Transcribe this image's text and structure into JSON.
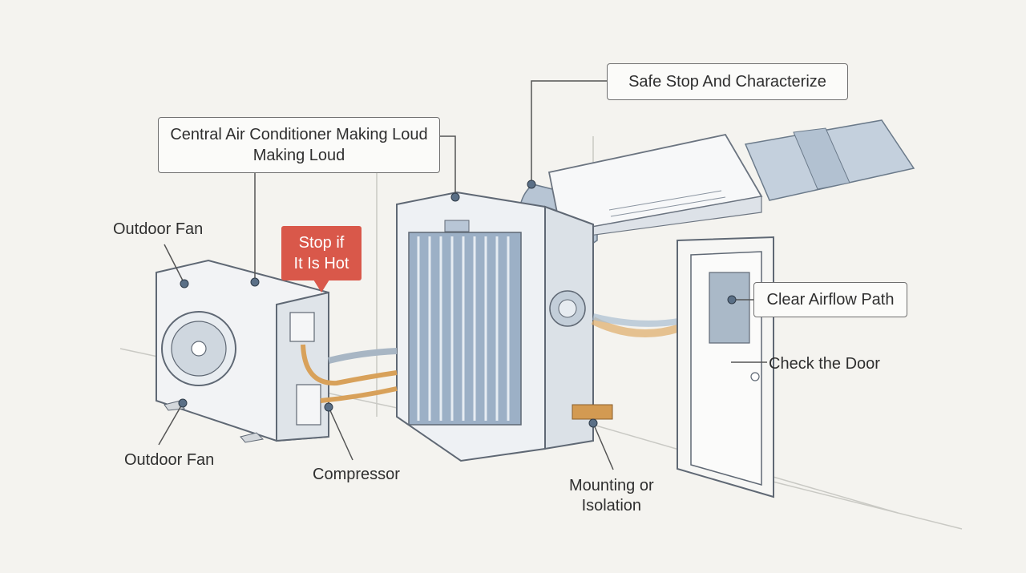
{
  "callouts": {
    "title_line1": "Central Air Conditioner Making Loud",
    "title_line2": "Making Loud",
    "safe_stop": "Safe Stop And Characterize",
    "clear_airflow": "Clear Airflow Path"
  },
  "labels": {
    "outdoor_fan_top": "Outdoor Fan",
    "outdoor_fan_bottom": "Outdoor Fan",
    "compressor": "Compressor",
    "mounting_line1": "Mounting or",
    "mounting_line2": "Isolation",
    "check_door": "Check the Door"
  },
  "warning": {
    "line1": "Stop if",
    "line2": "It Is Hot",
    "color": "#d9584a"
  },
  "colors": {
    "background": "#f4f3ef",
    "line": "#555555",
    "dot": "#5a6f86",
    "unit_blue": "#a9b8c9",
    "copper": "#d8a15a"
  }
}
